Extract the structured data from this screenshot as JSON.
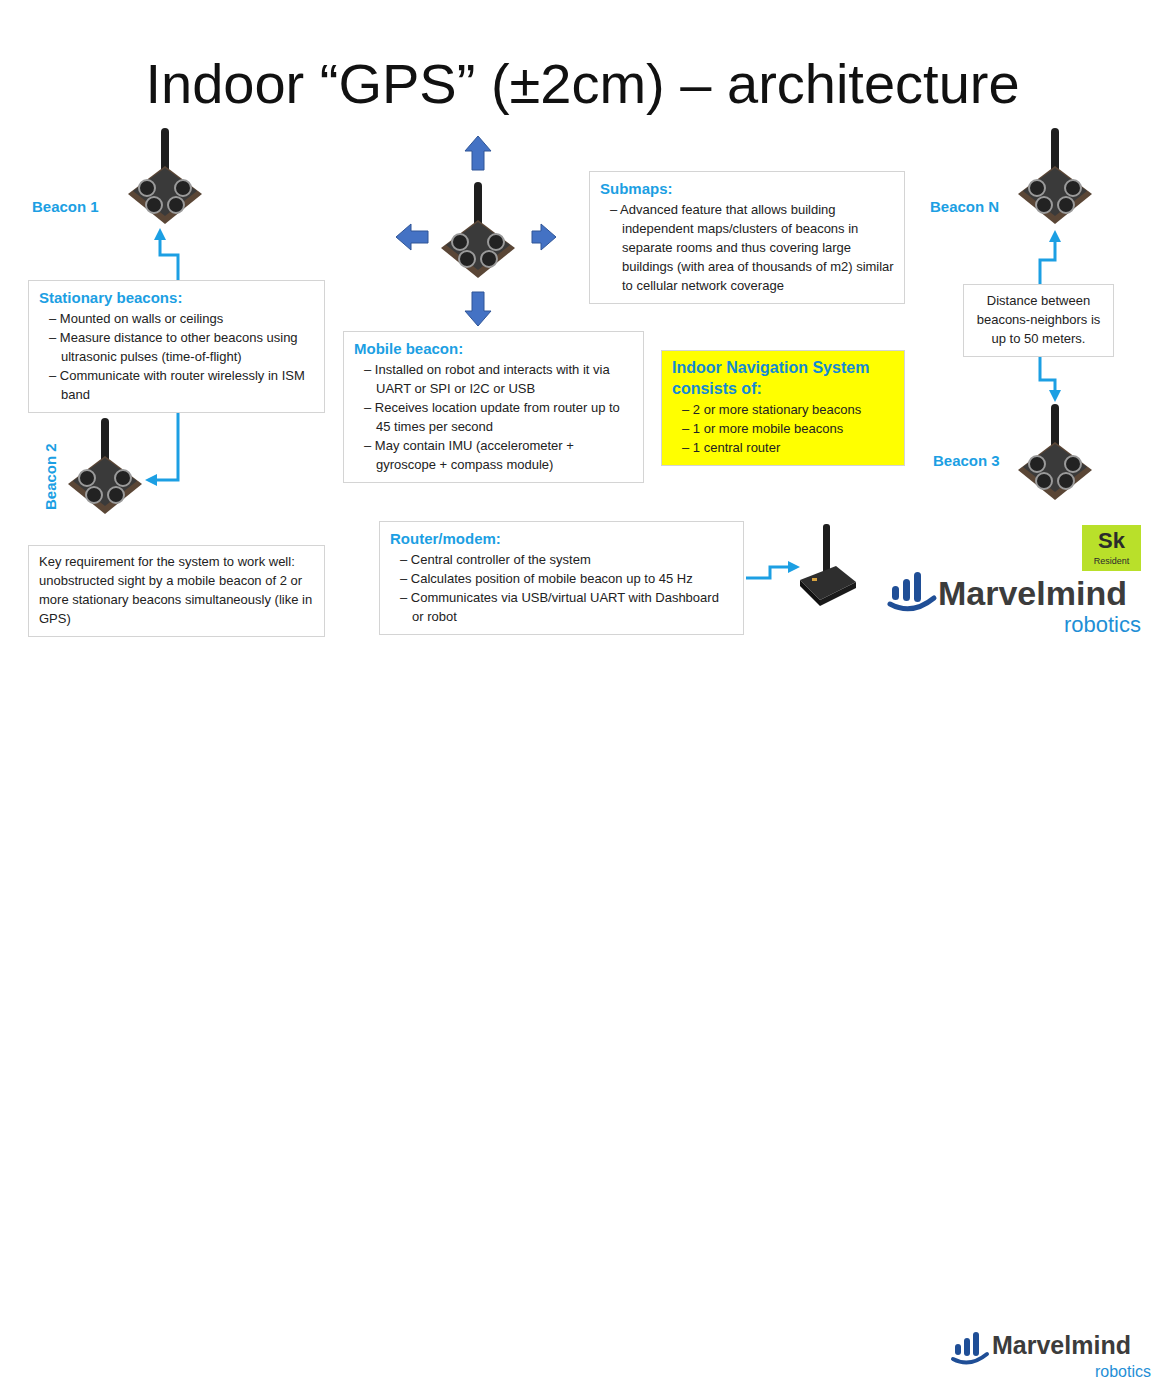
{
  "diagram": {
    "title": "Indoor “GPS” (±2cm) – architecture",
    "nodes": [
      {
        "text": [
          "Beacon 1"
        ]
      },
      {
        "text": [
          "Stationary beacons:",
          "– Mounted on walls or ceilings",
          "– Measure distance to other beacons using ultrasonic pulses (time-of-flight)",
          "– Communicate with router wirelessly in ISM band"
        ]
      },
      {
        "text": [
          "Mobile beacon:",
          "– Installed on robot and interacts with it via UART or SPI or I2C or USB",
          "– Receives location update from router up to 45 times per second",
          "– May contain IMU (accelerometer + gyroscope + compass module)"
        ]
      },
      {
        "text": [
          "Submaps:",
          "– Advanced feature that allows building independent maps/clusters of beacons in separate rooms and thus covering large buildings (with area of thousands of m2) similar to cellular network coverage"
        ]
      },
      {
        "text": [
          "Beacon N"
        ]
      },
      {
        "text": [
          "Distance between beacons-neighbors is up to 50 meters."
        ]
      },
      {
        "text": [
          "Indoor Navigation System consists of:",
          "– 2 or more stationary beacons",
          "– 1 or more mobile beacons",
          "– 1 central router"
        ]
      },
      {
        "text": [
          "Beacon 3"
        ]
      },
      {
        "text": [
          "Beacon 2"
        ]
      },
      {
        "text": [
          "Key requirement for the system to work well: unobstructed sight by a mobile beacon of 2 or more stationary beacons simultaneously (like in GPS)"
        ]
      },
      {
        "text": [
          "Router/modem:",
          "– Central controller of the system",
          "– Calculates position of mobile beacon up to 45 Hz",
          "– Communicates via USB/virtual UART with Dashboard or robot"
        ]
      }
    ],
    "edges": [
      {
        "from": 1,
        "to": 0,
        "arrow": "to"
      },
      {
        "from": 1,
        "to": 8,
        "arrow": "to"
      },
      {
        "from": 5,
        "to": 4,
        "arrow": "to"
      },
      {
        "from": 5,
        "to": 7,
        "arrow": "to"
      }
    ],
    "labels": [
      "Sk",
      "Resident",
      "Marvelmind",
      "robotics",
      "Marvelmind",
      "robotics"
    ]
  }
}
